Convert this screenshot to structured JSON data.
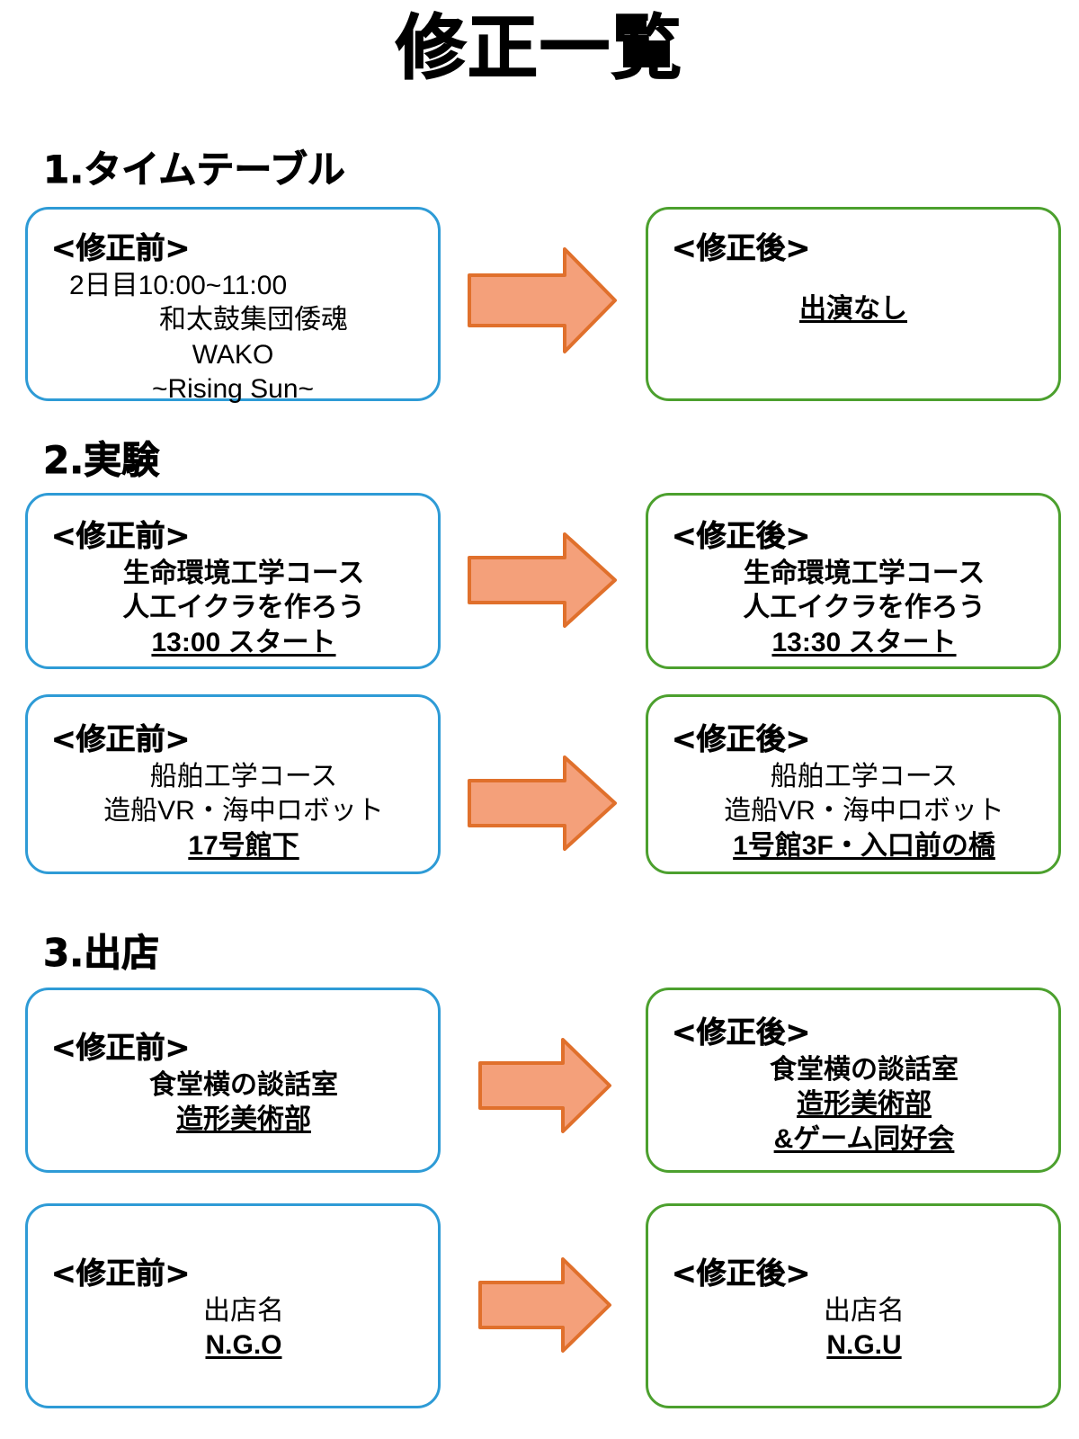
{
  "document": {
    "title": "修正一覧"
  },
  "colors": {
    "before_border": "#2E9BD6",
    "after_border": "#4CA02E",
    "arrow_fill": "#F4A07A",
    "arrow_stroke": "#E0702C",
    "text": "#000000",
    "background": "#FFFFFF"
  },
  "labels": {
    "before": "<修正前>",
    "after": "<修正後>"
  },
  "sections": [
    {
      "heading": "1.タイムテーブル",
      "rows": [
        {
          "before": {
            "label": "<修正前>",
            "lines": [
              "2日目10:00~11:00",
              "和太鼓集団倭魂",
              "WAKO",
              "~Rising Sun~"
            ]
          },
          "after": {
            "label": "<修正後>",
            "lines": [
              "出演なし"
            ]
          }
        }
      ]
    },
    {
      "heading": "2.実験",
      "rows": [
        {
          "before": {
            "label": "<修正前>",
            "lines": [
              "生命環境工学コース",
              "人工イクラを作ろう",
              "13:00 スタート"
            ]
          },
          "after": {
            "label": "<修正後>",
            "lines": [
              "生命環境工学コース",
              "人工イクラを作ろう",
              "13:30 スタート"
            ]
          }
        },
        {
          "before": {
            "label": "<修正前>",
            "lines": [
              "船舶工学コース",
              "造船VR・海中ロボット",
              "17号館下"
            ]
          },
          "after": {
            "label": "<修正後>",
            "lines": [
              "船舶工学コース",
              "造船VR・海中ロボット",
              "1号館3F・入口前の橋"
            ]
          }
        }
      ]
    },
    {
      "heading": "3.出店",
      "rows": [
        {
          "before": {
            "label": "<修正前>",
            "lines": [
              "食堂横の談話室",
              "造形美術部"
            ]
          },
          "after": {
            "label": "<修正後>",
            "lines": [
              "食堂横の談話室",
              "造形美術部",
              "&ゲーム同好会"
            ]
          }
        },
        {
          "before": {
            "label": "<修正前>",
            "lines": [
              "出店名",
              "N.G.O"
            ]
          },
          "after": {
            "label": "<修正後>",
            "lines": [
              "出店名",
              "N.G.U"
            ]
          }
        }
      ]
    }
  ]
}
